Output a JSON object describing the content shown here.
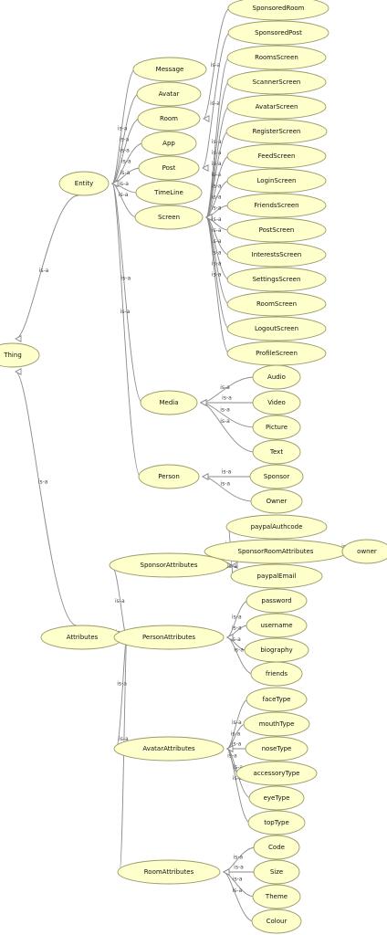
{
  "diagram": {
    "edge_label": "is-a",
    "nodes": {
      "thing": "Thing",
      "entity": "Entity",
      "attributes": "Attributes",
      "message": "Message",
      "avatar": "Avatar",
      "room": "Room",
      "app": "App",
      "post": "Post",
      "timeline": "TimeLine",
      "screen": "Screen",
      "media": "Media",
      "person": "Person",
      "sponsored_room": "SponsoredRoom",
      "sponsored_post": "SponsoredPost",
      "rooms_screen": "RoomsScreen",
      "scanner_screen": "ScannerScreen",
      "avatar_screen": "AvatarScreen",
      "register_screen": "RegisterScreen",
      "feed_screen": "FeedScreen",
      "login_screen": "LoginScreen",
      "friends_screen": "FriendsScreen",
      "post_screen": "PostScreen",
      "interests_screen": "InterestsScreen",
      "settings_screen": "SettingsScreen",
      "room_screen": "RoomScreen",
      "logout_screen": "LogoutScreen",
      "profile_screen": "ProfileScreen",
      "audio": "Audio",
      "video": "Video",
      "picture": "Picture",
      "text": "Text",
      "sponsor": "Sponsor",
      "owner_person": "Owner",
      "sponsor_attributes": "SponsorAttributes",
      "person_attributes": "PersonAttributes",
      "avatar_attributes": "AvatarAttributes",
      "room_attributes": "RoomAttributes",
      "paypal_auth_code": "paypalAuthcode",
      "sponsor_room_attributes": "SponsorRoomAttributes",
      "paypal_email": "paypalEmail",
      "owner_attr": "owner",
      "password": "password",
      "username": "username",
      "biography": "biography",
      "friends": "friends",
      "face_type": "faceType",
      "mouth_type": "mouthType",
      "nose_type": "noseType",
      "accessory_type": "accessoryType",
      "eye_type": "eyeType",
      "top_type": "topType",
      "code": "Code",
      "size": "Size",
      "theme": "Theme",
      "colour": "Colour"
    },
    "edges": [
      {
        "child": "entity",
        "parent": "thing"
      },
      {
        "child": "attributes",
        "parent": "thing"
      },
      {
        "child": "message",
        "parent": "entity"
      },
      {
        "child": "avatar",
        "parent": "entity"
      },
      {
        "child": "room",
        "parent": "entity"
      },
      {
        "child": "app",
        "parent": "entity"
      },
      {
        "child": "post",
        "parent": "entity"
      },
      {
        "child": "timeline",
        "parent": "entity"
      },
      {
        "child": "screen",
        "parent": "entity"
      },
      {
        "child": "media",
        "parent": "entity"
      },
      {
        "child": "person",
        "parent": "entity"
      },
      {
        "child": "sponsored_room",
        "parent": "room"
      },
      {
        "child": "sponsored_post",
        "parent": "post"
      },
      {
        "child": "rooms_screen",
        "parent": "screen"
      },
      {
        "child": "scanner_screen",
        "parent": "screen"
      },
      {
        "child": "avatar_screen",
        "parent": "screen"
      },
      {
        "child": "register_screen",
        "parent": "screen"
      },
      {
        "child": "feed_screen",
        "parent": "screen"
      },
      {
        "child": "login_screen",
        "parent": "screen"
      },
      {
        "child": "friends_screen",
        "parent": "screen"
      },
      {
        "child": "post_screen",
        "parent": "screen"
      },
      {
        "child": "interests_screen",
        "parent": "screen"
      },
      {
        "child": "settings_screen",
        "parent": "screen"
      },
      {
        "child": "room_screen",
        "parent": "screen"
      },
      {
        "child": "logout_screen",
        "parent": "screen"
      },
      {
        "child": "profile_screen",
        "parent": "screen"
      },
      {
        "child": "audio",
        "parent": "media"
      },
      {
        "child": "video",
        "parent": "media"
      },
      {
        "child": "picture",
        "parent": "media"
      },
      {
        "child": "text",
        "parent": "media"
      },
      {
        "child": "sponsor",
        "parent": "person"
      },
      {
        "child": "owner_person",
        "parent": "person"
      },
      {
        "child": "sponsor_attributes",
        "parent": "attributes"
      },
      {
        "child": "person_attributes",
        "parent": "attributes"
      },
      {
        "child": "avatar_attributes",
        "parent": "attributes"
      },
      {
        "child": "room_attributes",
        "parent": "attributes"
      },
      {
        "child": "paypal_auth_code",
        "parent": "sponsor_attributes"
      },
      {
        "child": "sponsor_room_attributes",
        "parent": "sponsor_attributes"
      },
      {
        "child": "paypal_email",
        "parent": "sponsor_attributes"
      },
      {
        "child": "owner_attr",
        "parent": "sponsor_room_attributes"
      },
      {
        "child": "password",
        "parent": "person_attributes"
      },
      {
        "child": "username",
        "parent": "person_attributes"
      },
      {
        "child": "biography",
        "parent": "person_attributes"
      },
      {
        "child": "friends",
        "parent": "person_attributes"
      },
      {
        "child": "face_type",
        "parent": "avatar_attributes"
      },
      {
        "child": "mouth_type",
        "parent": "avatar_attributes"
      },
      {
        "child": "nose_type",
        "parent": "avatar_attributes"
      },
      {
        "child": "accessory_type",
        "parent": "avatar_attributes"
      },
      {
        "child": "eye_type",
        "parent": "avatar_attributes"
      },
      {
        "child": "top_type",
        "parent": "avatar_attributes"
      },
      {
        "child": "code",
        "parent": "room_attributes"
      },
      {
        "child": "size",
        "parent": "room_attributes"
      },
      {
        "child": "theme",
        "parent": "room_attributes"
      },
      {
        "child": "colour",
        "parent": "room_attributes"
      }
    ]
  }
}
